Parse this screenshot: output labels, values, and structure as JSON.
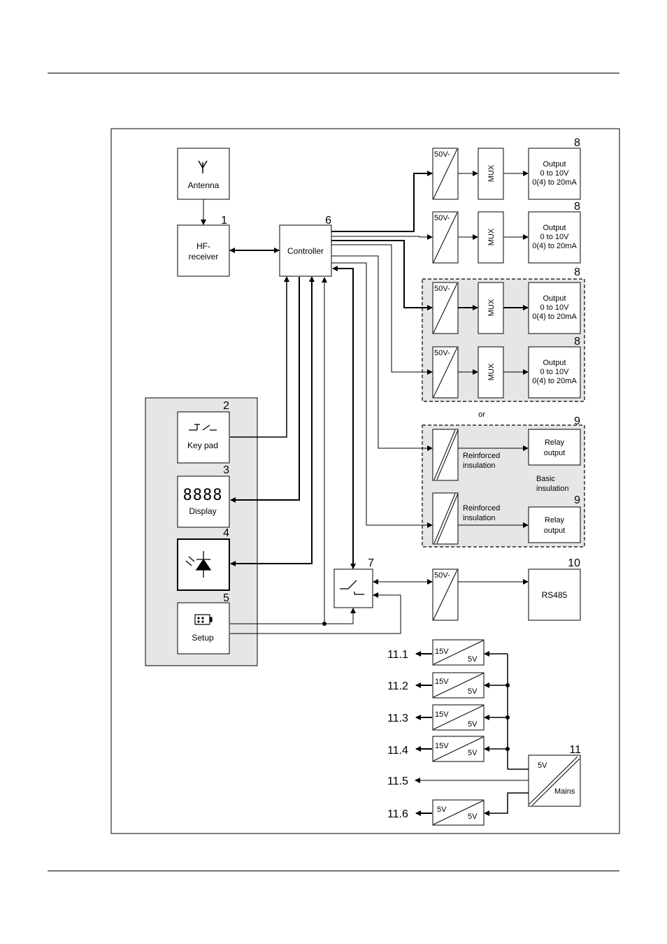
{
  "blocks": {
    "antenna": "Antenna",
    "hf_receiver": [
      "HF-",
      "receiver"
    ],
    "controller": "Controller",
    "keypad": "Key pad",
    "display": "Display",
    "display_digits": "8888",
    "setup": "Setup",
    "converter_50v": "50V-",
    "mux": "MUX",
    "output": [
      "Output",
      "0 to 10V",
      "0(4) to 20mA"
    ],
    "reinforced": [
      "Reinforced",
      "insulation"
    ],
    "relay": [
      "Relay",
      "output"
    ],
    "basic": [
      "Basic",
      "insulation"
    ],
    "rs485": "RS485",
    "or": "or",
    "v15": "15V",
    "v5": "5V",
    "mains": "Mains"
  },
  "numbers": {
    "n1": "1",
    "n2": "2",
    "n3": "3",
    "n4": "4",
    "n5": "5",
    "n6": "6",
    "n7": "7",
    "n8": "8",
    "n9": "9",
    "n10": "10",
    "n11": "11",
    "n11_1": "11.1",
    "n11_2": "11.2",
    "n11_3": "11.3",
    "n11_4": "11.4",
    "n11_5": "11.5",
    "n11_6": "11.6"
  }
}
